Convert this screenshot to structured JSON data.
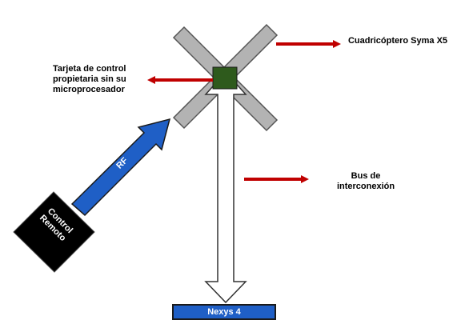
{
  "labels": {
    "quadcopter": "Cuadricóptero Syma X5",
    "control_card": "Tarjeta de control propietaria sin su microprocesador",
    "bus": "Bus de interconexión",
    "rf": "RF",
    "remote": "Control Remoto",
    "nexys": "Nexys 4"
  },
  "colors": {
    "pointer_arrow": "#c00000",
    "rf_arrow": "#1f5fc6",
    "board": "#1f5fc6",
    "remote": "#000000",
    "frame": "#b3b3b3",
    "card": "#2e5a1c"
  }
}
